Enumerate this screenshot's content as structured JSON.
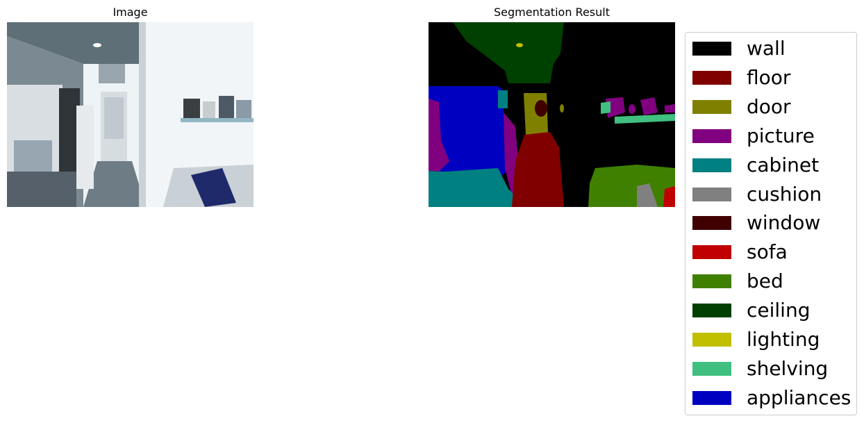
{
  "titles": {
    "left": "Image",
    "right": "Segmentation Result"
  },
  "legend": [
    {
      "label": "wall",
      "color": "#000000"
    },
    {
      "label": "floor",
      "color": "#800000"
    },
    {
      "label": "door",
      "color": "#808000"
    },
    {
      "label": "picture",
      "color": "#800080"
    },
    {
      "label": "cabinet",
      "color": "#008080"
    },
    {
      "label": "cushion",
      "color": "#808080"
    },
    {
      "label": "window",
      "color": "#400000"
    },
    {
      "label": "sofa",
      "color": "#c00000"
    },
    {
      "label": "bed",
      "color": "#408000"
    },
    {
      "label": "ceiling",
      "color": "#004000"
    },
    {
      "label": "lighting",
      "color": "#c0c000"
    },
    {
      "label": "shelving",
      "color": "#40c080"
    },
    {
      "label": "appliances",
      "color": "#0000c0"
    }
  ]
}
